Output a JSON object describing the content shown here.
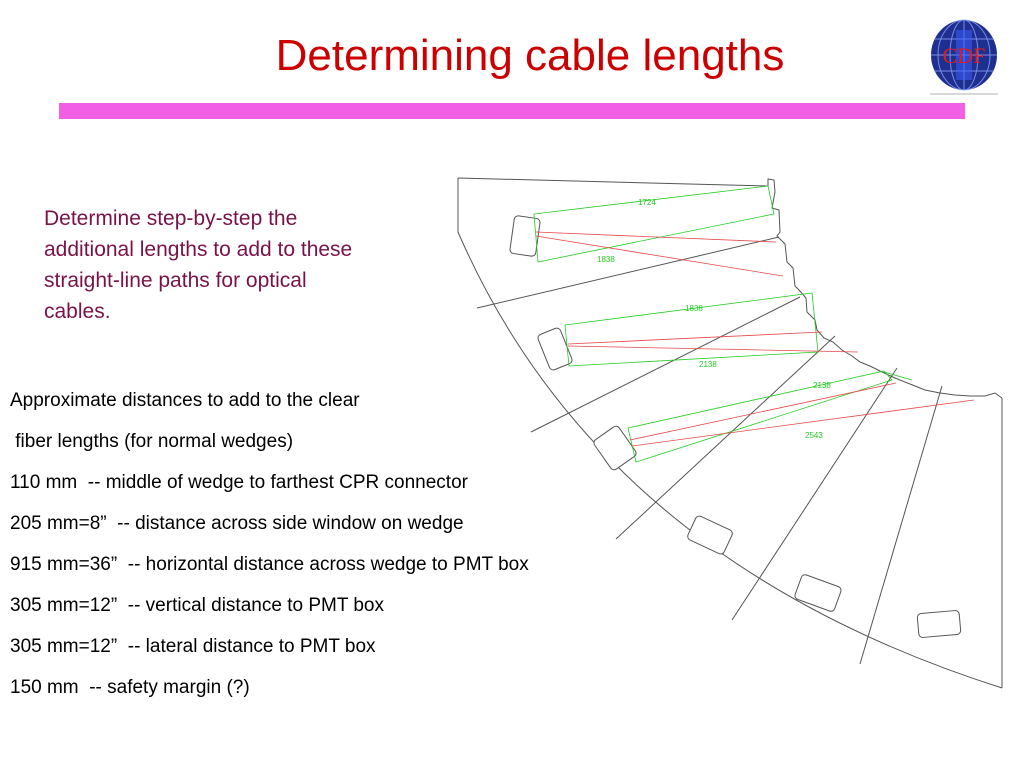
{
  "slide": {
    "title": "Determining cable lengths",
    "title_color": "#cc0000",
    "accent_bar_color": "#f25ee6",
    "intro_color": "#7a1248",
    "intro_text": "Determine step-by-step the additional lengths to add to these straight-line paths for optical cables."
  },
  "logo": {
    "text": "CDF",
    "icon": "cdf-globe-logo",
    "globe_color": "#1f2f8f",
    "text_color": "#e21b1b"
  },
  "distances": {
    "heading_line_1": "Approximate distances to add to the clear",
    "heading_line_2": " fiber lengths (for normal wedges)",
    "items": [
      "110 mm  -- middle of wedge to farthest CPR connector",
      "205 mm=8”  -- distance across side window on wedge",
      "915 mm=36”  -- horizontal distance across wedge to PMT box",
      "305 mm=12”  -- vertical distance to PMT box",
      "305 mm=12”  -- lateral distance to PMT box",
      "150 mm  -- safety margin (?)"
    ]
  },
  "diagram": {
    "path_labels": [
      "1724",
      "1838",
      "1838",
      "2138",
      "2138",
      "2543"
    ],
    "green_path_color": "#22cc22",
    "red_path_color": "#e84848",
    "outline_color": "#555555"
  }
}
